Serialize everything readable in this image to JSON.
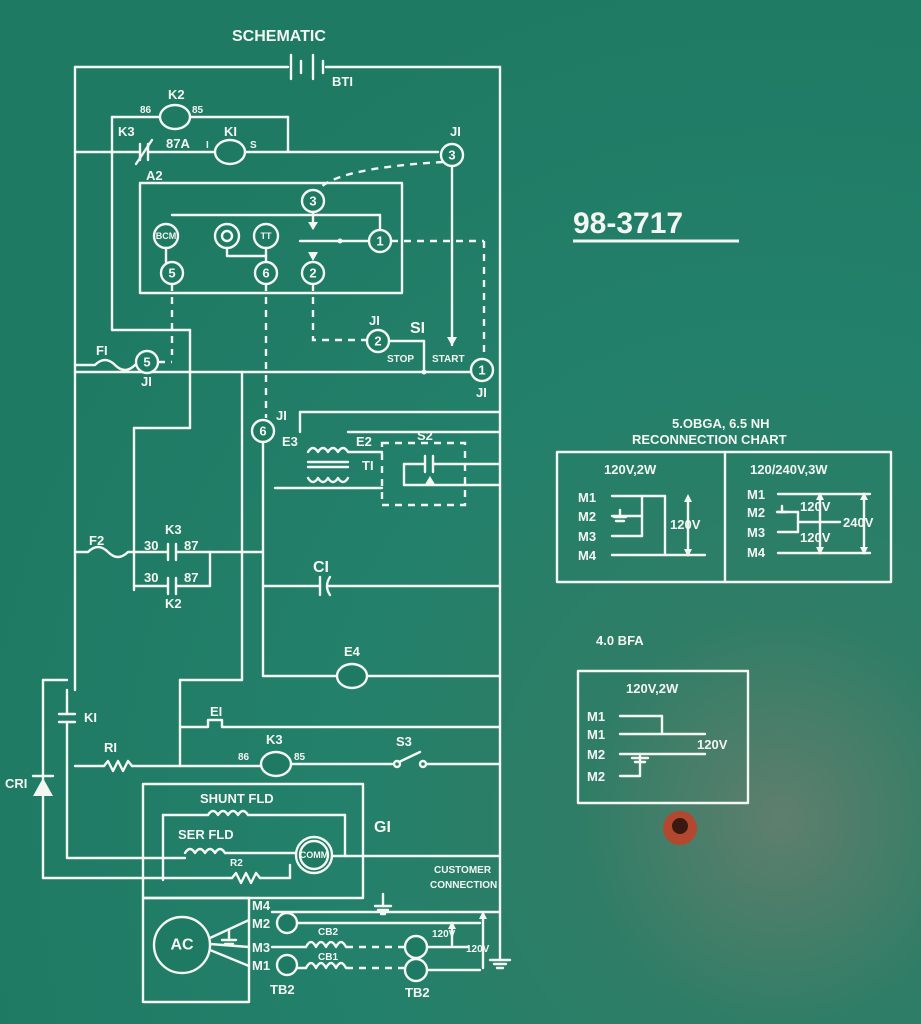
{
  "title": "SCHEMATIC",
  "model_number": "98-3717",
  "diagram": {
    "battery": "BTI",
    "relay_k2": "K2",
    "pin_86": "86",
    "pin_85": "85",
    "relay_k3": "K3",
    "pin_87a": "87A",
    "relay_ki": "KI",
    "pin_i": "I",
    "pin_s": "S",
    "connector_ji": "JI",
    "pin1": "1",
    "pin2": "2",
    "pin3": "3",
    "pin5": "5",
    "pin6": "6",
    "module_a2": "A2",
    "bcm": "BCM",
    "tt": "TT",
    "switch_si": "SI",
    "stop": "STOP",
    "start": "START",
    "fuse_fi": "FI",
    "fuse_f2": "F2",
    "pin_30": "30",
    "pin_87": "87",
    "e3": "E3",
    "e2": "E2",
    "s2": "S2",
    "ti": "TI",
    "ci": "CI",
    "e4": "E4",
    "ei": "EI",
    "ri": "RI",
    "s3": "S3",
    "cri": "CRI",
    "shunt_fld": "SHUNT FLD",
    "ser_fld": "SER FLD",
    "r2": "R2",
    "comm": "COMM",
    "gi": "GI",
    "customer_1": "CUSTOMER",
    "customer_2": "CONNECTION",
    "ac": "AC",
    "m1": "M1",
    "m2": "M2",
    "m3": "M3",
    "m4": "M4",
    "cb1": "CB1",
    "cb2": "CB2",
    "tb2": "TB2",
    "v120": "120V"
  },
  "reconnection_chart": {
    "heading_1": "5.OBGA, 6.5 NH",
    "heading_2": "RECONNECTION    CHART",
    "col1_title": "120V,2W",
    "col2_title": "120/240V,3W",
    "rows": [
      "M1",
      "M2",
      "M3",
      "M4"
    ],
    "v120": "120V",
    "v240": "240V"
  },
  "bfa_chart": {
    "heading": "4.0 BFA",
    "title": "120V,2W",
    "rows": [
      "M1",
      "M1",
      "M2",
      "M2"
    ],
    "v120": "120V"
  },
  "colors": {
    "board": "#1f7a63",
    "ink": "#f4f6f2"
  }
}
